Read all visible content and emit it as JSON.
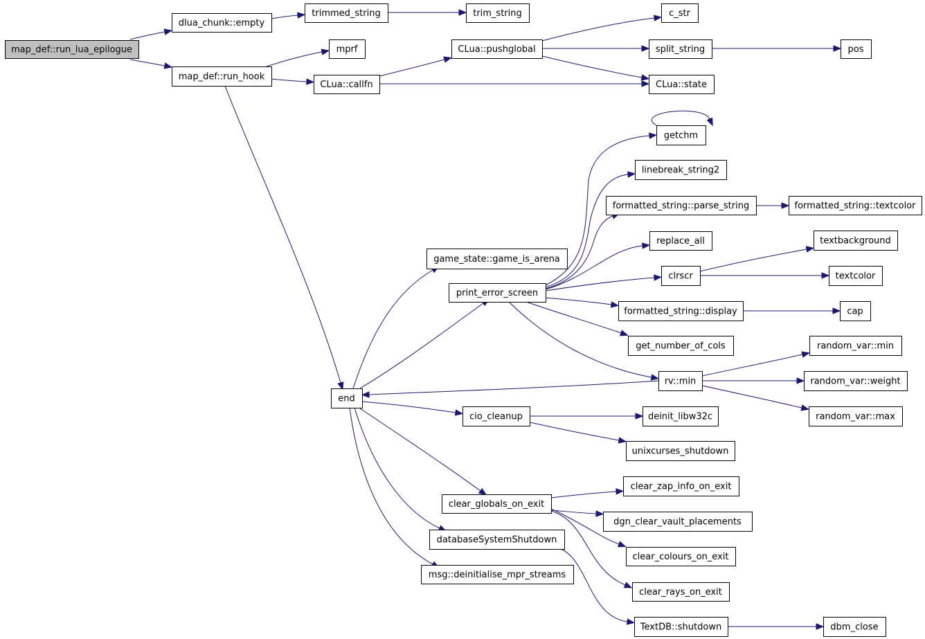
{
  "graph": {
    "nodes": [
      {
        "id": "root",
        "label": "map_def::run_lua_epilogue",
        "root": true
      },
      {
        "id": "dlua_empty",
        "label": "dlua_chunk::empty"
      },
      {
        "id": "trimmed",
        "label": "trimmed_string"
      },
      {
        "id": "trim",
        "label": "trim_string"
      },
      {
        "id": "run_hook",
        "label": "map_def::run_hook"
      },
      {
        "id": "mprf",
        "label": "mprf"
      },
      {
        "id": "callfn",
        "label": "CLua::callfn"
      },
      {
        "id": "pushglobal",
        "label": "CLua::pushglobal"
      },
      {
        "id": "c_str",
        "label": "c_str"
      },
      {
        "id": "split",
        "label": "split_string"
      },
      {
        "id": "pos",
        "label": "pos"
      },
      {
        "id": "state",
        "label": "CLua::state"
      },
      {
        "id": "getchm",
        "label": "getchm"
      },
      {
        "id": "linebreak",
        "label": "linebreak_string2"
      },
      {
        "id": "parse",
        "label": "formatted_string::parse_string"
      },
      {
        "id": "fs_textcolor",
        "label": "formatted_string::textcolor"
      },
      {
        "id": "replace",
        "label": "replace_all"
      },
      {
        "id": "textbg",
        "label": "textbackground"
      },
      {
        "id": "arena",
        "label": "game_state::game_is_arena"
      },
      {
        "id": "clrscr",
        "label": "clrscr"
      },
      {
        "id": "textcolor",
        "label": "textcolor"
      },
      {
        "id": "pes",
        "label": "print_error_screen"
      },
      {
        "id": "display",
        "label": "formatted_string::display"
      },
      {
        "id": "cap",
        "label": "cap"
      },
      {
        "id": "cols",
        "label": "get_number_of_cols"
      },
      {
        "id": "rv_min",
        "label": "random_var::min"
      },
      {
        "id": "rvmin",
        "label": "rv::min"
      },
      {
        "id": "rv_weight",
        "label": "random_var::weight"
      },
      {
        "id": "end",
        "label": "end"
      },
      {
        "id": "rv_max",
        "label": "random_var::max"
      },
      {
        "id": "cio",
        "label": "cio_cleanup"
      },
      {
        "id": "deinit",
        "label": "deinit_libw32c"
      },
      {
        "id": "unix",
        "label": "unixcurses_shutdown"
      },
      {
        "id": "zap",
        "label": "clear_zap_info_on_exit"
      },
      {
        "id": "cgoe",
        "label": "clear_globals_on_exit"
      },
      {
        "id": "dgn",
        "label": "dgn_clear_vault_placements"
      },
      {
        "id": "dss",
        "label": "databaseSystemShutdown"
      },
      {
        "id": "colours",
        "label": "clear_colours_on_exit"
      },
      {
        "id": "msg",
        "label": "msg::deinitialise_mpr_streams"
      },
      {
        "id": "rays",
        "label": "clear_rays_on_exit"
      },
      {
        "id": "textdb",
        "label": "TextDB::shutdown"
      },
      {
        "id": "dbm",
        "label": "dbm_close"
      }
    ],
    "edges": [
      {
        "from": "root",
        "to": "dlua_empty"
      },
      {
        "from": "root",
        "to": "run_hook"
      },
      {
        "from": "dlua_empty",
        "to": "trimmed"
      },
      {
        "from": "trimmed",
        "to": "trim"
      },
      {
        "from": "run_hook",
        "to": "mprf"
      },
      {
        "from": "run_hook",
        "to": "callfn"
      },
      {
        "from": "run_hook",
        "to": "end"
      },
      {
        "from": "callfn",
        "to": "pushglobal"
      },
      {
        "from": "callfn",
        "to": "state"
      },
      {
        "from": "pushglobal",
        "to": "c_str"
      },
      {
        "from": "pushglobal",
        "to": "split"
      },
      {
        "from": "pushglobal",
        "to": "state"
      },
      {
        "from": "split",
        "to": "pos"
      },
      {
        "from": "getchm",
        "to": "getchm"
      },
      {
        "from": "end",
        "to": "arena"
      },
      {
        "from": "end",
        "to": "pes"
      },
      {
        "from": "end",
        "to": "cio"
      },
      {
        "from": "end",
        "to": "cgoe"
      },
      {
        "from": "end",
        "to": "dss"
      },
      {
        "from": "end",
        "to": "msg"
      },
      {
        "from": "pes",
        "to": "getchm"
      },
      {
        "from": "pes",
        "to": "linebreak"
      },
      {
        "from": "pes",
        "to": "parse"
      },
      {
        "from": "pes",
        "to": "replace"
      },
      {
        "from": "pes",
        "to": "clrscr"
      },
      {
        "from": "pes",
        "to": "display"
      },
      {
        "from": "pes",
        "to": "cols"
      },
      {
        "from": "pes",
        "to": "rvmin"
      },
      {
        "from": "parse",
        "to": "fs_textcolor"
      },
      {
        "from": "clrscr",
        "to": "textbg"
      },
      {
        "from": "clrscr",
        "to": "textcolor"
      },
      {
        "from": "display",
        "to": "cap"
      },
      {
        "from": "rvmin",
        "to": "rv_min"
      },
      {
        "from": "rvmin",
        "to": "rv_weight"
      },
      {
        "from": "rvmin",
        "to": "rv_max"
      },
      {
        "from": "rvmin",
        "to": "end"
      },
      {
        "from": "cio",
        "to": "deinit"
      },
      {
        "from": "cio",
        "to": "unix"
      },
      {
        "from": "cgoe",
        "to": "zap"
      },
      {
        "from": "cgoe",
        "to": "dgn"
      },
      {
        "from": "cgoe",
        "to": "colours"
      },
      {
        "from": "cgoe",
        "to": "rays"
      },
      {
        "from": "dss",
        "to": "textdb"
      },
      {
        "from": "textdb",
        "to": "dbm"
      }
    ]
  },
  "colors": {
    "edge": "#191970",
    "node_border": "#000000",
    "node_fill": "#ffffff",
    "root_fill": "#bfbfbf"
  }
}
